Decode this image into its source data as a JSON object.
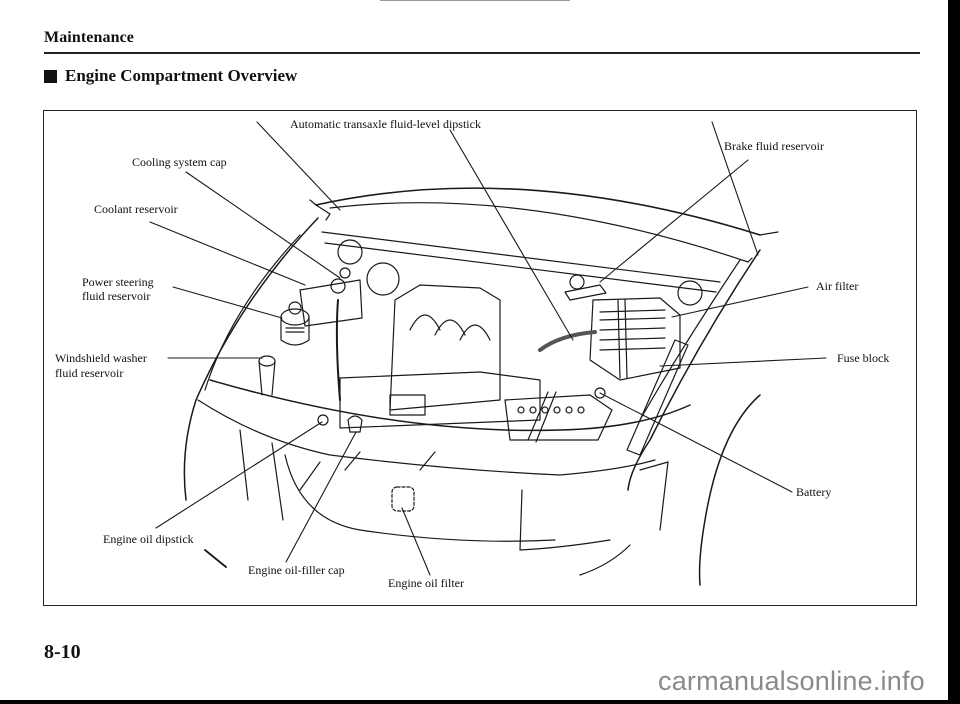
{
  "page": {
    "section": "Maintenance",
    "heading": "Engine Compartment Overview",
    "page_number": "8-10",
    "watermark": "carmanualsonline.info"
  },
  "diagram": {
    "title": "Engine compartment",
    "labels": {
      "atf_dipstick": "Automatic transaxle fluid-level dipstick",
      "brake_fluid": "Brake fluid reservoir",
      "cooling_cap": "Cooling system cap",
      "coolant_reservoir": "Coolant reservoir",
      "ps_line1": "Power steering",
      "ps_line2": "fluid reservoir",
      "washer_line1": "Windshield washer",
      "washer_line2": "fluid reservoir",
      "air_filter": "Air filter",
      "fuse_block": "Fuse block",
      "battery": "Battery",
      "oil_dipstick": "Engine oil dipstick",
      "oil_filler": "Engine oil-filler cap",
      "oil_filter": "Engine oil filter"
    }
  }
}
